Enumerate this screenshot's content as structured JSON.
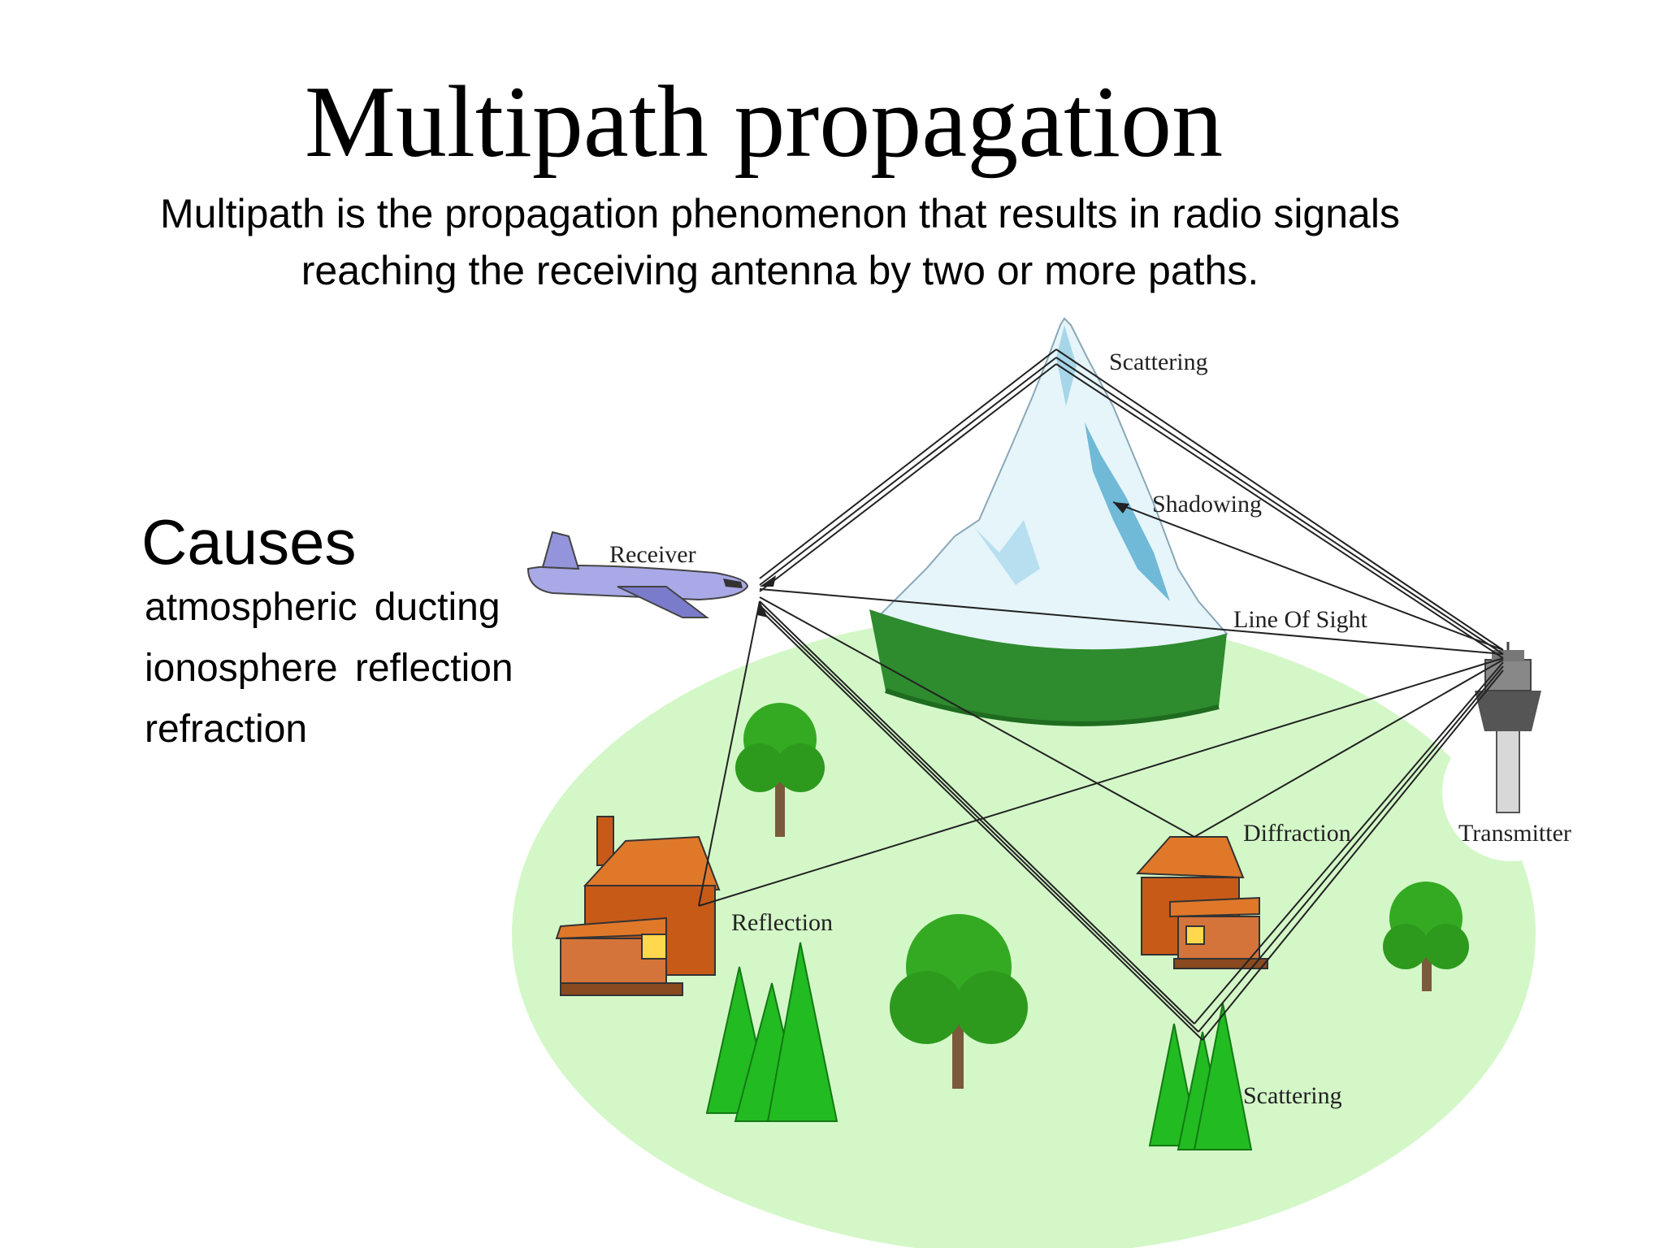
{
  "title": "Multipath propagation",
  "subtitle": "Multipath is the propagation phenomenon that results in radio signals reaching the receiving antenna by two or more paths.",
  "causes": {
    "heading": "Causes",
    "items": [
      "atmospheric ducting",
      "ionosphere reflection",
      "refraction"
    ]
  },
  "diagram": {
    "labels": {
      "scattering_top": "Scattering",
      "shadowing": "Shadowing",
      "receiver": "Receiver",
      "line_of_sight": "Line Of Sight",
      "transmitter": "Transmitter",
      "diffraction": "Diffraction",
      "reflection": "Reflection",
      "scattering_bottom": "Scattering"
    },
    "colors": {
      "ground": "#d4f7c8",
      "mountain_snow": "#e6f5fa",
      "mountain_shade": "#5aaed0",
      "forest": "#2e8b2e",
      "tree": "#33aa22",
      "house_roof": "#e0782a",
      "house_wall": "#c85a18",
      "plane": "#a9a9e8",
      "signal_lines": "#222222"
    }
  }
}
